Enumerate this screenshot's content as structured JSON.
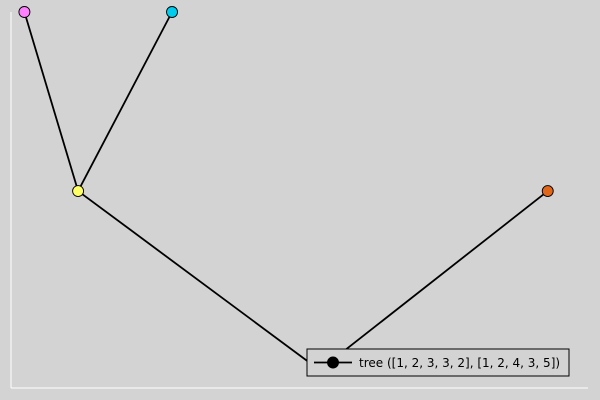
{
  "colors": {
    "background": "#d3d3d3",
    "edge": "#000000",
    "axis": "#ffffff"
  },
  "legend": {
    "label": "tree ([1, 2, 3, 3, 2], [1, 2, 4, 3, 5])",
    "marker_color": "#000000"
  },
  "chart_data": {
    "type": "tree",
    "x": [
      1,
      2,
      3,
      3,
      2
    ],
    "y": [
      1,
      2,
      4,
      3,
      5
    ],
    "xlim": [
      0.7,
      5.0
    ],
    "ylim": [
      0.9,
      3.0
    ],
    "nodes": [
      {
        "id": 1,
        "x": 3.0,
        "y": 1,
        "color": "#000000"
      },
      {
        "id": 2,
        "x": 1.2,
        "y": 2,
        "color": "#ffff66"
      },
      {
        "id": 3,
        "x": 4.7,
        "y": 2,
        "color": "#e0661a"
      },
      {
        "id": 4,
        "x": 0.8,
        "y": 3,
        "color": "#ff80ff"
      },
      {
        "id": 5,
        "x": 1.9,
        "y": 3,
        "color": "#00ccee"
      }
    ],
    "edges": [
      [
        1,
        2
      ],
      [
        1,
        3
      ],
      [
        2,
        4
      ],
      [
        2,
        5
      ]
    ]
  }
}
